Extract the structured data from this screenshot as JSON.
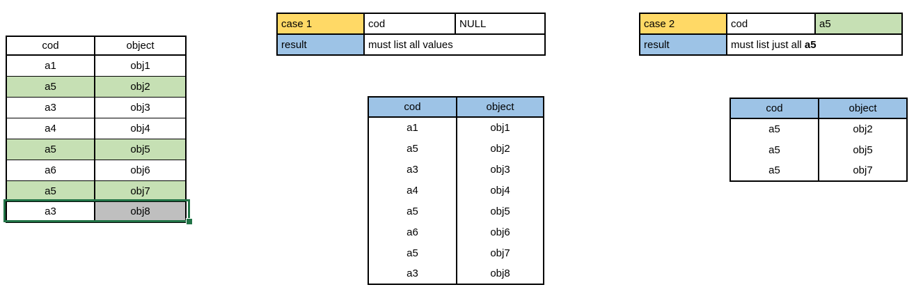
{
  "colors": {
    "header_blue": "#9DC3E6",
    "case_label_orange": "#FFD966",
    "result_label_blue": "#9DC3E6",
    "highlight_green": "#C6E0B4",
    "selected_cell_gray": "#BFBFBF",
    "selection_green": "#217346"
  },
  "source_table": {
    "columns": [
      "cod",
      "object"
    ],
    "rows": [
      {
        "cod": "a1",
        "object": "obj1",
        "highlight": false
      },
      {
        "cod": "a5",
        "object": "obj2",
        "highlight": true
      },
      {
        "cod": "a3",
        "object": "obj3",
        "highlight": false
      },
      {
        "cod": "a4",
        "object": "obj4",
        "highlight": false
      },
      {
        "cod": "a5",
        "object": "obj5",
        "highlight": true
      },
      {
        "cod": "a6",
        "object": "obj6",
        "highlight": false
      },
      {
        "cod": "a5",
        "object": "obj7",
        "highlight": true
      },
      {
        "cod": "a3",
        "object": "obj8",
        "highlight": false,
        "selected": true
      }
    ]
  },
  "case1": {
    "label": "case 1",
    "param_name": "cod",
    "param_value": "NULL",
    "result_label": "result",
    "result_text": "must list all values"
  },
  "case1_result_table": {
    "columns": [
      "cod",
      "object"
    ],
    "rows": [
      {
        "cod": "a1",
        "object": "obj1"
      },
      {
        "cod": "a5",
        "object": "obj2"
      },
      {
        "cod": "a3",
        "object": "obj3"
      },
      {
        "cod": "a4",
        "object": "obj4"
      },
      {
        "cod": "a5",
        "object": "obj5"
      },
      {
        "cod": "a6",
        "object": "obj6"
      },
      {
        "cod": "a5",
        "object": "obj7"
      },
      {
        "cod": "a3",
        "object": "obj8"
      }
    ]
  },
  "case2": {
    "label": "case 2",
    "param_name": "cod",
    "param_value": "a5",
    "result_label": "result",
    "result_text_prefix": "must list just all ",
    "result_text_bold": "a5"
  },
  "case2_result_table": {
    "columns": [
      "cod",
      "object"
    ],
    "rows": [
      {
        "cod": "a5",
        "object": "obj2"
      },
      {
        "cod": "a5",
        "object": "obj5"
      },
      {
        "cod": "a5",
        "object": "obj7"
      }
    ]
  }
}
